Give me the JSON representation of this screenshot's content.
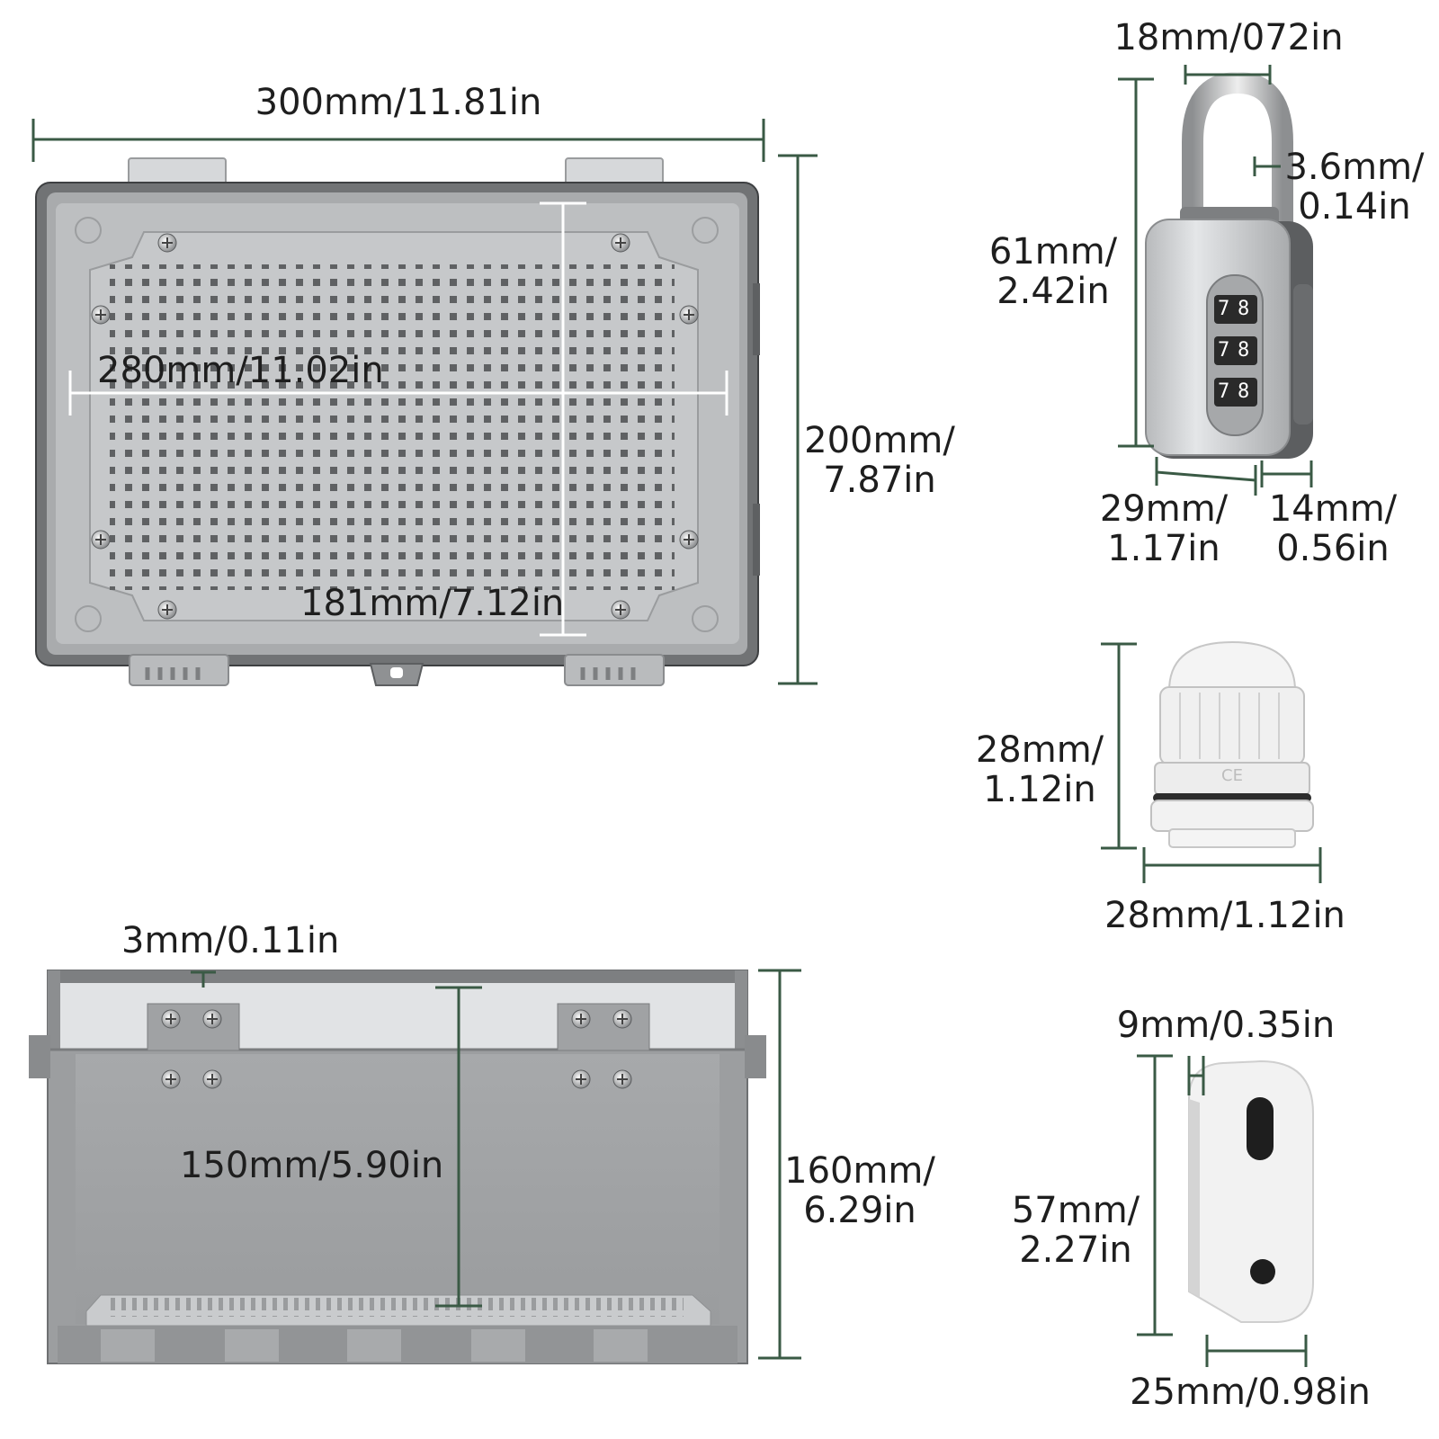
{
  "figure": {
    "colors": {
      "dimension_line": "#3a5a45",
      "white_line": "#ffffff",
      "enclosure_frame": "#707274",
      "enclosure_panel": "#b4b6b8",
      "mounting_plate": "#c2c4c6",
      "hinge": "#d6d8da",
      "padlock_body": "#d0d2d4",
      "shackle": "#c8cacc",
      "gland": "#f2f2f2",
      "bracket": "#f0f0f0"
    },
    "icons": [
      "screw-icon",
      "padlock-icon",
      "cable-gland-icon",
      "mounting-bracket-icon",
      "ce-mark-icon"
    ]
  },
  "enclosure_front": {
    "width": "300mm/11.81in",
    "height": [
      "200mm/",
      "7.87in"
    ],
    "plate_width": "280mm/11.02in",
    "plate_height": "181mm/7.12in"
  },
  "enclosure_side": {
    "wall_thickness": "3mm/0.11in",
    "inner_depth": "150mm/5.90in",
    "depth": [
      "160mm/",
      "6.29in"
    ]
  },
  "padlock": {
    "shackle_width": "18mm/072in",
    "shackle_thickness": [
      "3.6mm/",
      "0.14in"
    ],
    "height": [
      "61mm/",
      "2.42in"
    ],
    "width": [
      "29mm/",
      "1.17in"
    ],
    "depth": [
      "14mm/",
      "0.56in"
    ],
    "dials": [
      "7",
      "8",
      "7",
      "8",
      "7",
      "8"
    ],
    "ce_mark": "CE"
  },
  "cable_gland": {
    "height": [
      "28mm/",
      "1.12in"
    ],
    "width": "28mm/1.12in"
  },
  "mounting_bracket": {
    "thickness": "9mm/0.35in",
    "height": [
      "57mm/",
      "2.27in"
    ],
    "width": "25mm/0.98in"
  }
}
